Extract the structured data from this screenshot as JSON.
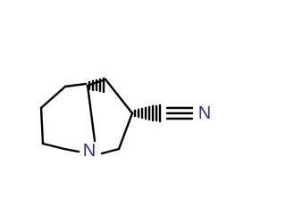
{
  "molecule": {
    "atoms": {
      "nitrogen_ring": {
        "symbol": "N",
        "color": "#2e2e8c"
      },
      "nitrogen_nitrile": {
        "symbol": "N",
        "color": "#2e2e8c"
      }
    },
    "bond_color": "#000000",
    "stereo_bonds": [
      "hashed-wedge",
      "hashed-wedge"
    ],
    "nitrile_bond": "triple"
  }
}
